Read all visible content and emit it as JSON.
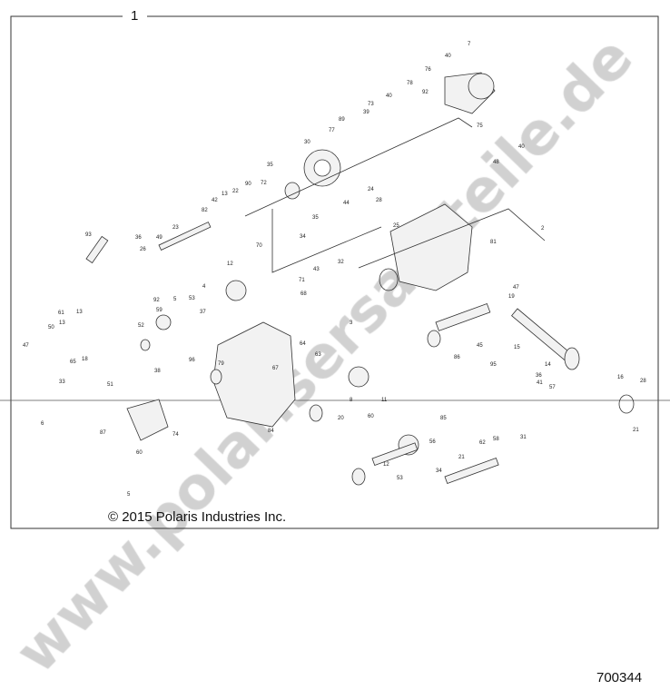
{
  "diagram": {
    "assembly_number": "1",
    "copyright": "© 2015 Polaris Industries Inc.",
    "reference_number": "700344",
    "watermark": "www.polarisersatzteile.de",
    "callouts": [
      "7",
      "76",
      "40",
      "78",
      "92",
      "75",
      "73",
      "39",
      "40",
      "89",
      "77",
      "30",
      "35",
      "40",
      "48",
      "72",
      "90",
      "22",
      "13",
      "42",
      "82",
      "44",
      "35",
      "24",
      "28",
      "34",
      "25",
      "2",
      "81",
      "93",
      "26",
      "36",
      "49",
      "23",
      "12",
      "70",
      "43",
      "71",
      "32",
      "5",
      "53",
      "4",
      "37",
      "59",
      "13",
      "13",
      "61",
      "50",
      "47",
      "52",
      "92",
      "47",
      "19",
      "68",
      "96",
      "3",
      "45",
      "15",
      "86",
      "95",
      "79",
      "57",
      "38",
      "65",
      "33",
      "51",
      "8",
      "11",
      "67",
      "60",
      "64",
      "63",
      "14",
      "16",
      "28",
      "56",
      "85",
      "58",
      "31",
      "21",
      "21",
      "62",
      "12",
      "18",
      "34",
      "53",
      "36",
      "41",
      "60",
      "87",
      "74",
      "84",
      "20",
      "6",
      "5"
    ]
  }
}
